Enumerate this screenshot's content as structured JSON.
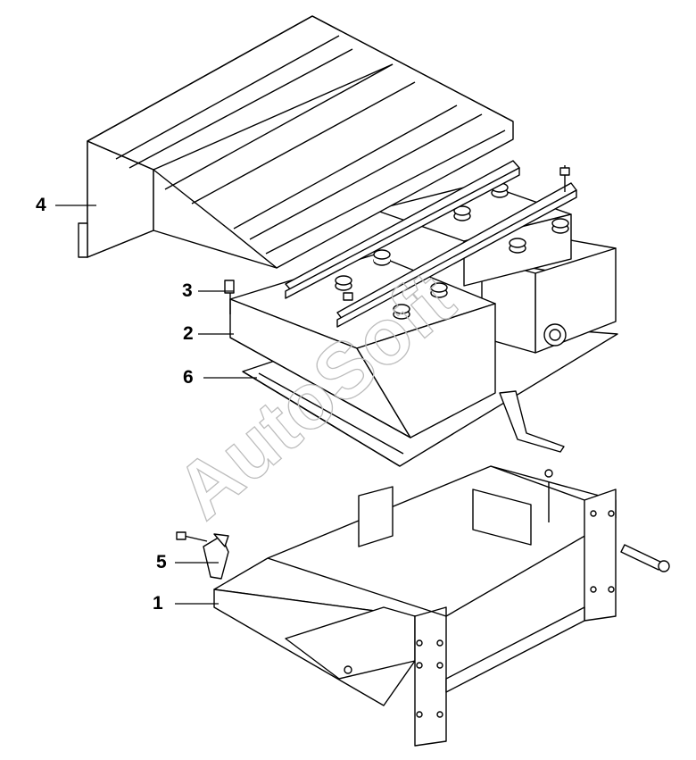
{
  "callouts": [
    {
      "id": "callout-1",
      "label": "1"
    },
    {
      "id": "callout-2",
      "label": "2"
    },
    {
      "id": "callout-3",
      "label": "3"
    },
    {
      "id": "callout-4",
      "label": "4"
    },
    {
      "id": "callout-5",
      "label": "5"
    },
    {
      "id": "callout-6",
      "label": "6"
    }
  ],
  "watermark": {
    "text": "AutoSoft",
    "color": "#bdbdbd"
  },
  "colors": {
    "line": "#000000",
    "background": "#ffffff"
  }
}
